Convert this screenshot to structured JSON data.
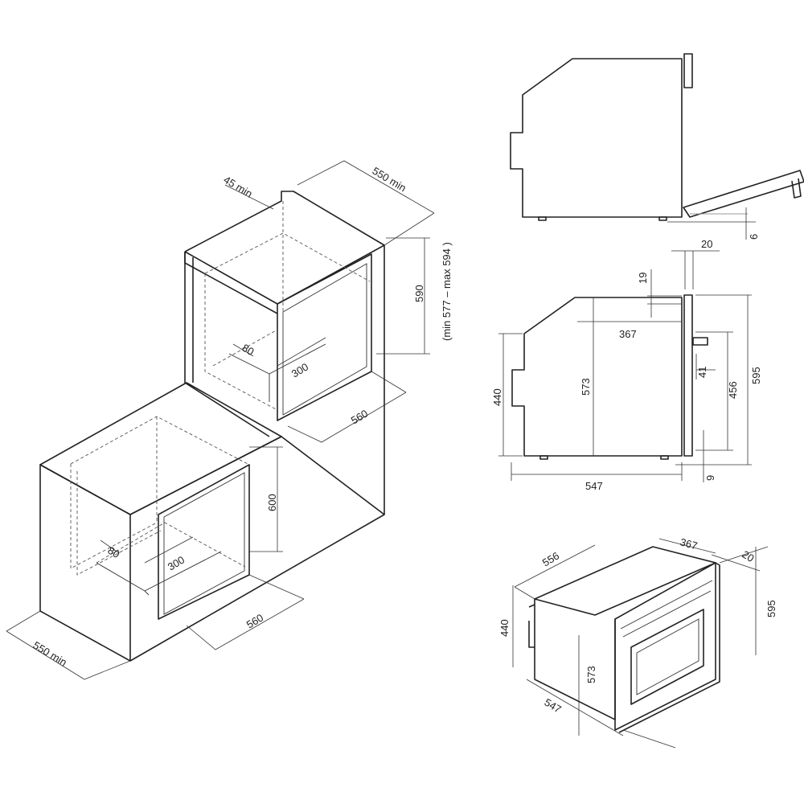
{
  "lower_cabinet": {
    "depth_label": "550 min",
    "width_label": "560",
    "height_label": "600",
    "vent_depth_label": "80",
    "vent_width_label": "300"
  },
  "column_cabinet": {
    "gap_label": "45 min",
    "depth_label": "550 min",
    "height_label": "590",
    "height_range_label": "(min 577 – max 594 )",
    "width_label": "560",
    "vent_depth_label": "80",
    "vent_width_label": "300"
  },
  "side_view": {
    "door_open_label": "6"
  },
  "side_dims": {
    "door_thickness_label": "20",
    "panel_label": "19",
    "inner_depth_label": "367",
    "body_height_label": "573",
    "back_height_label": "440",
    "handle_label": "41",
    "door_height_label": "456",
    "total_height_label": "595",
    "foot_label": "9",
    "body_depth_label": "547"
  },
  "iso_view": {
    "width_label": "556",
    "inner_label": "367",
    "door_label": "20",
    "height_label": "595",
    "back_height_label": "440",
    "body_height_label": "573",
    "depth_label": "547"
  }
}
